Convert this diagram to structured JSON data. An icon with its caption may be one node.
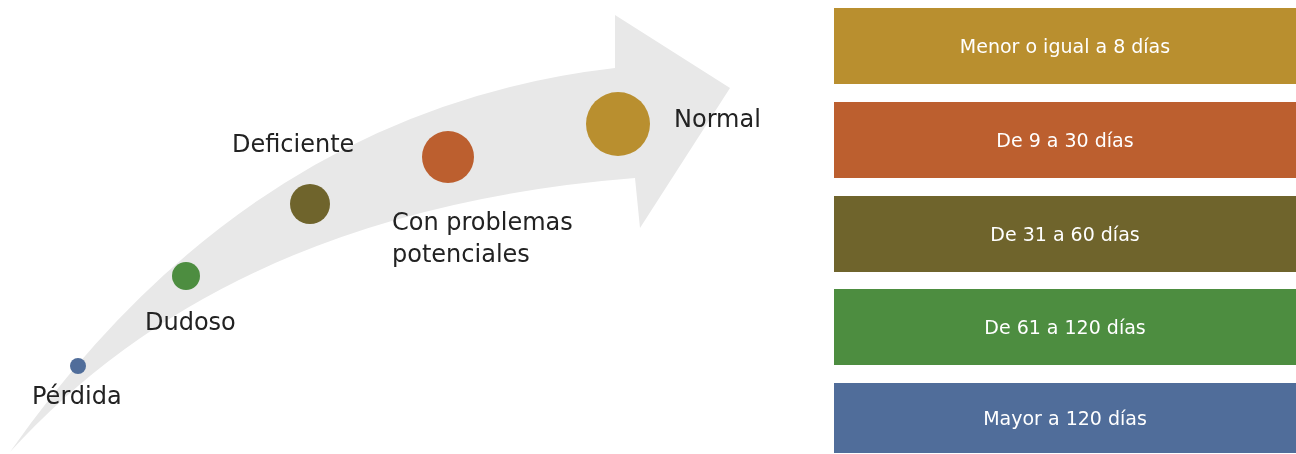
{
  "diagram": {
    "nodes": [
      {
        "text": [],
        "shape": "circle",
        "beside": [
          "Pérdida"
        ]
      },
      {
        "text": [],
        "shape": "circle",
        "beside": [
          "Dudoso"
        ]
      },
      {
        "text": [],
        "shape": "circle",
        "beside": [
          "Deficiente"
        ]
      },
      {
        "text": [],
        "shape": "circle",
        "beside": [
          "Con problemas potenciales"
        ]
      },
      {
        "text": [],
        "shape": "circle",
        "beside": [
          "Normal"
        ]
      },
      {
        "text": [
          "Menor o igual a 8 días"
        ]
      },
      {
        "text": [
          "De 9 a 30 días"
        ]
      },
      {
        "text": [
          "De 31 a 60 días"
        ]
      },
      {
        "text": [
          "De 61 a 120 días"
        ]
      },
      {
        "text": [
          "Mayor a 120 días"
        ]
      }
    ]
  }
}
